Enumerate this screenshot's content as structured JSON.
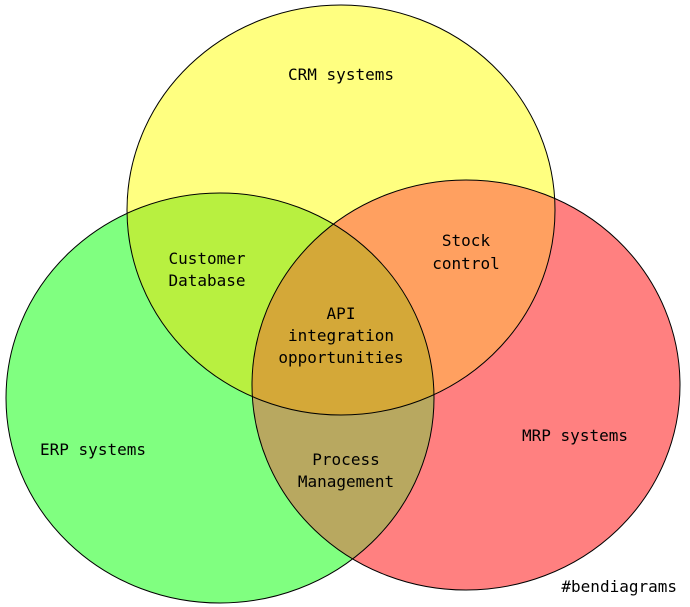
{
  "diagram": {
    "sets": {
      "crm": {
        "label": "CRM systems",
        "color": "#ffff80"
      },
      "erp": {
        "label": "ERP systems",
        "color": "#80ff80"
      },
      "mrp": {
        "label": "MRP systems",
        "color": "#ff8080"
      }
    },
    "intersections": {
      "crm_erp": {
        "lines": [
          "Customer",
          "Database"
        ],
        "color": "#b8f040"
      },
      "crm_mrp": {
        "lines": [
          "Stock",
          "control"
        ],
        "color": "#ffa060"
      },
      "erp_mrp": {
        "lines": [
          "Process",
          "Management"
        ],
        "color": "#b8a860"
      },
      "all": {
        "lines": [
          "API",
          "integration",
          "opportunities"
        ],
        "color": "#d4a838"
      }
    },
    "credit": "#bendiagrams"
  }
}
